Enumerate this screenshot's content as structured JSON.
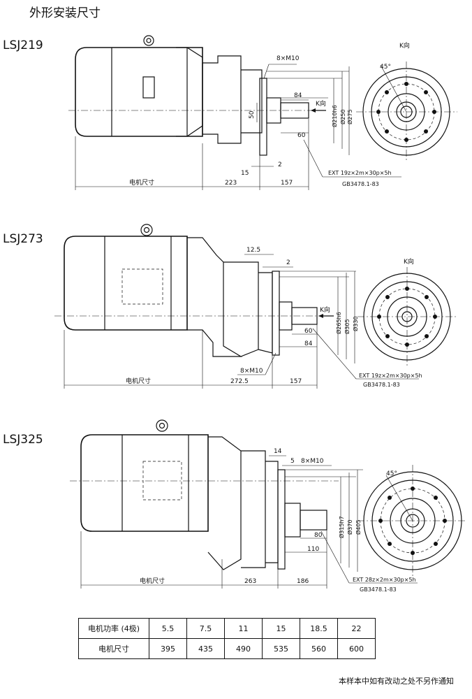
{
  "title": "外形安装尺寸",
  "models": [
    {
      "name": "LSJ219",
      "motor_label": "电机尺寸",
      "dims": {
        "bolts": "8×M10",
        "d84": "84",
        "d50": "50",
        "d60": "60",
        "d15": "15",
        "d2": "2",
        "d223": "223",
        "d157": "157",
        "dia1": "Ø210h6",
        "dia2": "Ø250",
        "dia3": "Ø275",
        "view": "K向",
        "arrow": "K向",
        "angle": "45°"
      },
      "spline": "EXT 19z×2m×30p×5h",
      "standard": "GB3478.1-83"
    },
    {
      "name": "LSJ273",
      "motor_label": "电机尺寸",
      "dims": {
        "d12_5": "12.5",
        "d2": "2",
        "d60": "60",
        "d84": "84",
        "bolts": "8×M10",
        "d272_5": "272.5",
        "d157": "157",
        "dia1": "Ø265h6",
        "dia2": "Ø305",
        "dia3": "Ø330",
        "view": "K向",
        "arrow": "K向"
      },
      "spline": "EXT 19z×2m×30p×5h",
      "standard": "GB3478.1-83"
    },
    {
      "name": "LSJ325",
      "motor_label": "电机尺寸",
      "dims": {
        "d14": "14",
        "d5": "5",
        "bolts": "8×M10",
        "d80": "80",
        "d110": "110",
        "d263": "263",
        "d186": "186",
        "dia1": "Ø315h7",
        "dia2": "Ø370",
        "dia3": "Ø405",
        "angle": "45°"
      },
      "spline": "EXT 28z×2m×30p×5h",
      "standard": "GB3478.1-83"
    }
  ],
  "table": {
    "header_row_label": "电机功率 (4极)",
    "size_row_label": "电机尺寸",
    "power": [
      "5.5",
      "7.5",
      "11",
      "15",
      "18.5",
      "22"
    ],
    "size": [
      "395",
      "435",
      "490",
      "535",
      "560",
      "600"
    ]
  },
  "note": "本样本中如有改动之处不另作通知"
}
